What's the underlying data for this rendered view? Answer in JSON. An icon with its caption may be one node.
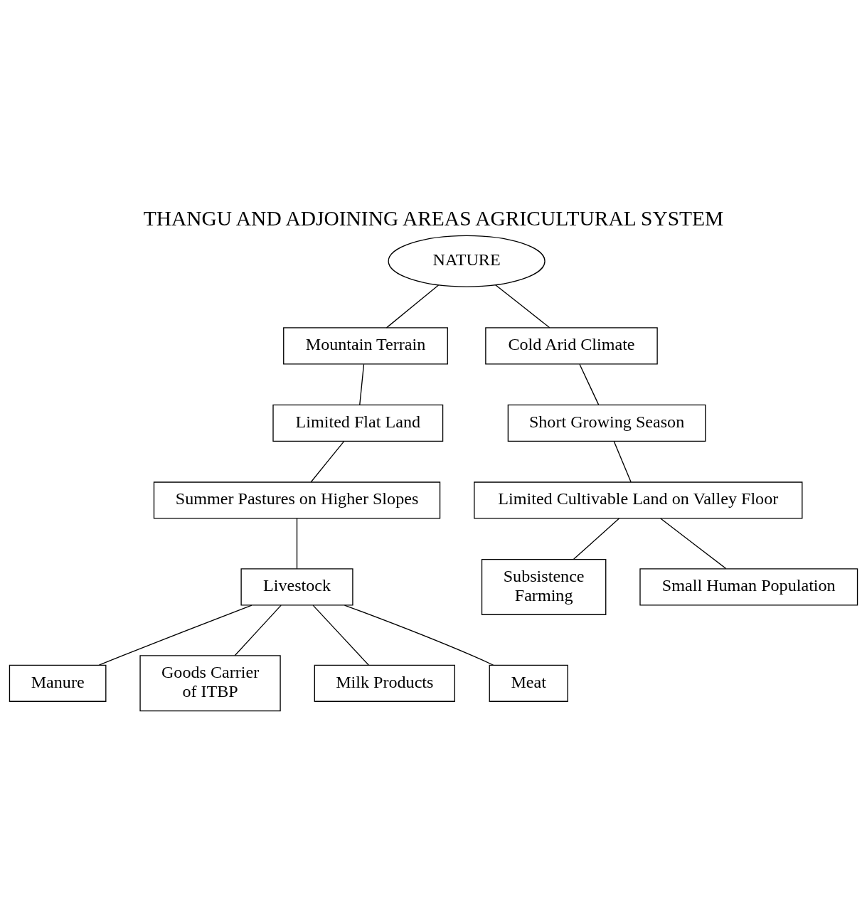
{
  "diagram": {
    "title": "THANGU AND ADJOINING AREAS AGRICULTURAL SYSTEM",
    "nodes": [
      {
        "text": [
          "NATURE"
        ]
      },
      {
        "text": [
          "Mountain Terrain"
        ]
      },
      {
        "text": [
          "Cold Arid Climate"
        ]
      },
      {
        "text": [
          "Limited Flat Land"
        ]
      },
      {
        "text": [
          "Short Growing Season"
        ]
      },
      {
        "text": [
          "Summer Pastures on Higher Slopes"
        ]
      },
      {
        "text": [
          "Limited Cultivable Land on Valley Floor"
        ]
      },
      {
        "text": [
          "Subsistence Farming"
        ]
      },
      {
        "text": [
          "Small Human Population"
        ]
      },
      {
        "text": [
          "Livestock"
        ]
      },
      {
        "text": [
          "Manure"
        ]
      },
      {
        "text": [
          "Goods Carrier of ITBP"
        ]
      },
      {
        "text": [
          "Milk Products"
        ]
      },
      {
        "text": [
          "Meat"
        ]
      }
    ],
    "edges": [
      {
        "from": 0,
        "to": 1,
        "arrow": "none"
      },
      {
        "from": 0,
        "to": 2,
        "arrow": "none"
      },
      {
        "from": 1,
        "to": 3,
        "arrow": "none"
      },
      {
        "from": 2,
        "to": 4,
        "arrow": "none"
      },
      {
        "from": 3,
        "to": 5,
        "arrow": "none"
      },
      {
        "from": 4,
        "to": 6,
        "arrow": "none"
      },
      {
        "from": 6,
        "to": 8,
        "arrow": "none"
      },
      {
        "from": 6,
        "to": 7,
        "arrow": "none"
      },
      {
        "from": 5,
        "to": 9,
        "arrow": "none"
      },
      {
        "from": 9,
        "to": 10,
        "arrow": "none"
      },
      {
        "from": 9,
        "to": 11,
        "arrow": "none"
      },
      {
        "from": 9,
        "to": 12,
        "arrow": "none"
      },
      {
        "from": 9,
        "to": 13,
        "arrow": "none"
      }
    ]
  }
}
